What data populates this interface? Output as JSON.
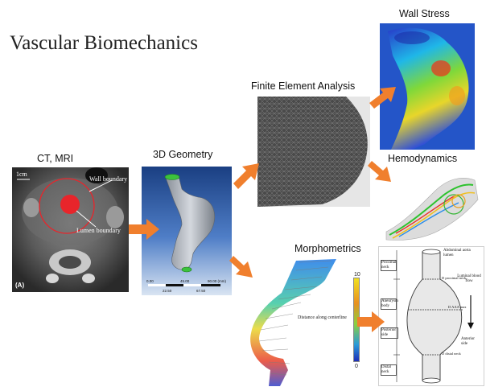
{
  "title": "Vascular Biomechanics",
  "stages": {
    "ct_mri": "CT, MRI",
    "geometry": "3D Geometry",
    "fea": "Finite Element Analysis",
    "wall_stress": "Wall Stress",
    "hemodynamics": "Hemodynamics",
    "morphometrics": "Morphometrics"
  },
  "ct_panel": {
    "scale_label": "1cm",
    "wall_boundary": "Wall boundary",
    "lumen_boundary": "Lumen boundary",
    "panel_tag": "(A)"
  },
  "geometry_panel": {
    "ticks_top": [
      "0.00",
      "45.00",
      "90.00 (mm)"
    ],
    "ticks_bottom": [
      "22.50",
      "67.50"
    ]
  },
  "morpho_panel": {
    "colorbar_label": "Distance along centerline",
    "colorbar_max": "10",
    "colorbar_min": "0"
  },
  "schematic": {
    "abdominal_aorta_lumen": "Abdominal aorta lumen",
    "proximal_neck": "Proximal neck",
    "aneurysm_body": "Aneurysm body",
    "luminal_blood_flow": "Luminal blood flow",
    "posterior_side": "Posterior side",
    "anterior_side": "Anterior side",
    "distal_neck": "Distal neck",
    "d_proximal": "D proximal neck",
    "d_max": "D AAA max",
    "d_distal": "D distal neck"
  },
  "colors": {
    "arrow": "#f07f2d",
    "ct_red": "#e8252b",
    "mesh_bg": "#2a2a2a",
    "geometry_bg": "#1e4f9a"
  }
}
